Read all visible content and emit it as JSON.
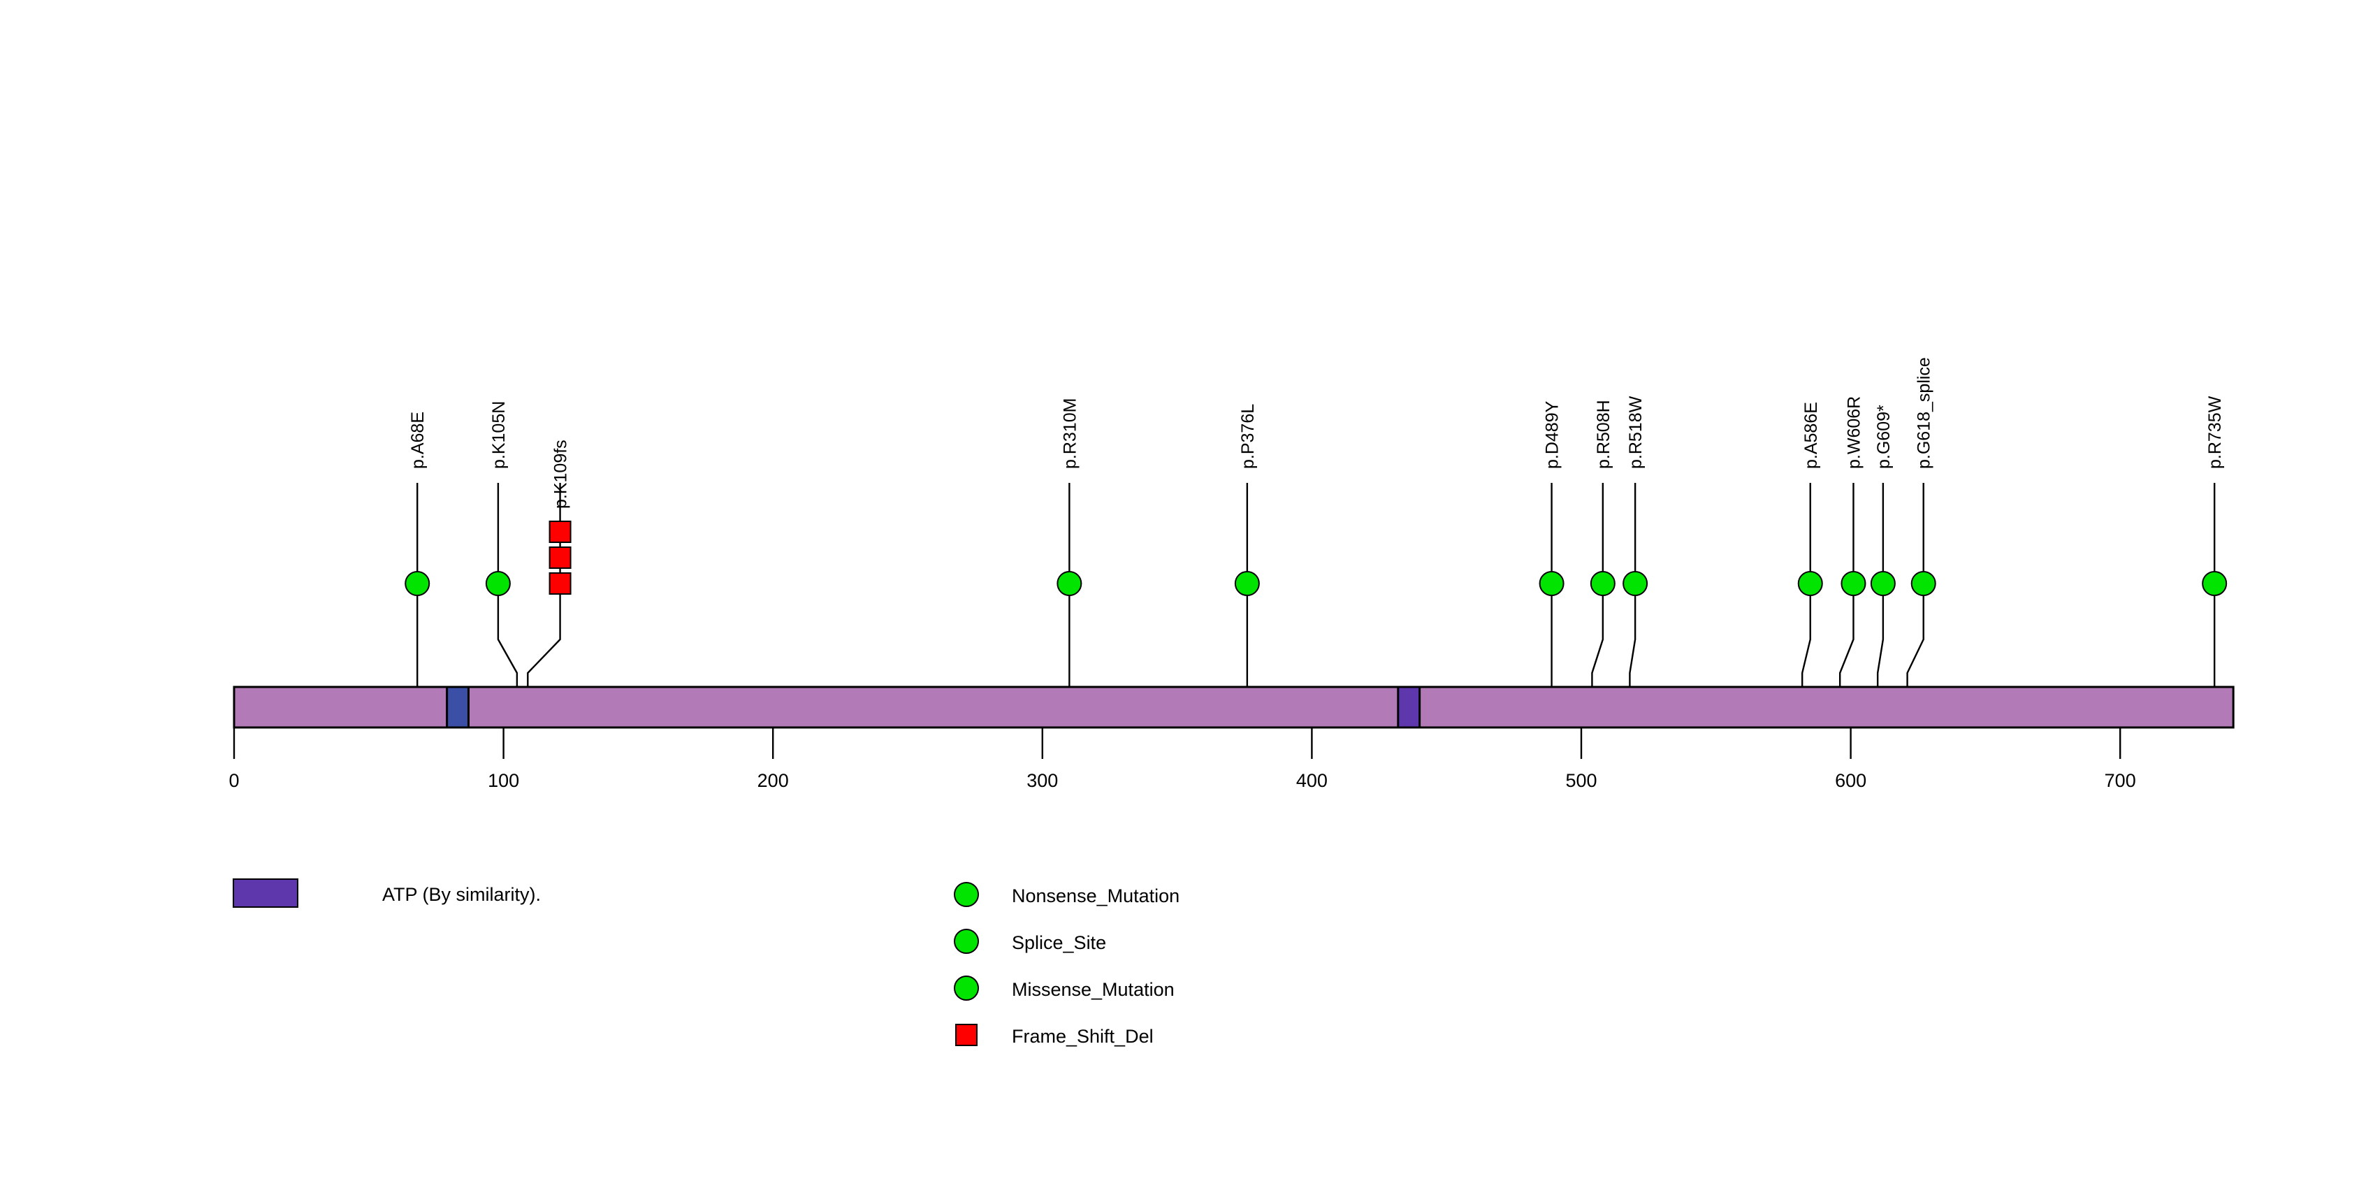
{
  "chart_data": {
    "type": "lollipop",
    "title": "",
    "xlabel": "",
    "ylabel": "",
    "xlim": [
      0,
      742
    ],
    "protein_length": 742,
    "axis_ticks": [
      {
        "value": 0,
        "label": "0"
      },
      {
        "value": 100,
        "label": "100"
      },
      {
        "value": 200,
        "label": "200"
      },
      {
        "value": 300,
        "label": "300"
      },
      {
        "value": 400,
        "label": "400"
      },
      {
        "value": 500,
        "label": "500"
      },
      {
        "value": 600,
        "label": "600"
      },
      {
        "value": 700,
        "label": "700"
      }
    ],
    "domains": [
      {
        "name": "ATP (By similarity).",
        "start": 79,
        "end": 87,
        "color": "#3A4FA5"
      },
      {
        "name": "ATP (By similarity).",
        "start": 432,
        "end": 440,
        "color": "#5E37AD"
      }
    ],
    "backbone_color": "#B27BB8",
    "mutations": [
      {
        "label": "p.A68E",
        "position": 68,
        "count": 1,
        "type": "Missense_Mutation",
        "shape": "circle",
        "color": "#00E400",
        "label_offset": 0
      },
      {
        "label": "p.K105N",
        "position": 105,
        "count": 1,
        "type": "Missense_Mutation",
        "shape": "circle",
        "color": "#00E400",
        "label_offset": -7
      },
      {
        "label": "p.K109fs",
        "position": 109,
        "count": 3,
        "type": "Frame_Shift_Del",
        "shape": "square",
        "color": "#FF0000",
        "label_offset": 12
      },
      {
        "label": "p.R310M",
        "position": 310,
        "count": 1,
        "type": "Missense_Mutation",
        "shape": "circle",
        "color": "#00E400",
        "label_offset": 0
      },
      {
        "label": "p.P376L",
        "position": 376,
        "count": 1,
        "type": "Missense_Mutation",
        "shape": "circle",
        "color": "#00E400",
        "label_offset": 0
      },
      {
        "label": "p.D489Y",
        "position": 489,
        "count": 1,
        "type": "Missense_Mutation",
        "shape": "circle",
        "color": "#00E400",
        "label_offset": 0
      },
      {
        "label": "p.R508H",
        "position": 504,
        "count": 1,
        "type": "Missense_Mutation",
        "shape": "circle",
        "color": "#00E400",
        "label_offset": 4
      },
      {
        "label": "p.R518W",
        "position": 518,
        "count": 1,
        "type": "Missense_Mutation",
        "shape": "circle",
        "color": "#00E400",
        "label_offset": 2
      },
      {
        "label": "p.A586E",
        "position": 582,
        "count": 1,
        "type": "Missense_Mutation",
        "shape": "circle",
        "color": "#00E400",
        "label_offset": 3
      },
      {
        "label": "p.W606R",
        "position": 596,
        "count": 1,
        "type": "Missense_Mutation",
        "shape": "circle",
        "color": "#00E400",
        "label_offset": 5
      },
      {
        "label": "p.G609*",
        "position": 610,
        "count": 1,
        "type": "Nonsense_Mutation",
        "shape": "circle",
        "color": "#00E400",
        "label_offset": 2
      },
      {
        "label": "p.G618_splice",
        "position": 621,
        "count": 1,
        "type": "Splice_Site",
        "shape": "circle",
        "color": "#00E400",
        "label_offset": 6
      },
      {
        "label": "p.R735W",
        "position": 735,
        "count": 1,
        "type": "Missense_Mutation",
        "shape": "circle",
        "color": "#00E400",
        "label_offset": 0
      }
    ],
    "legend_position": "below-left"
  },
  "domain_legend": {
    "items": [
      {
        "label": "ATP (By similarity).",
        "color": "#5E37AD",
        "shape": "rect"
      }
    ]
  },
  "mutation_legend": {
    "items": [
      {
        "label": "Nonsense_Mutation",
        "color": "#00E400",
        "shape": "circle"
      },
      {
        "label": "Splice_Site",
        "color": "#00E400",
        "shape": "circle"
      },
      {
        "label": "Missense_Mutation",
        "color": "#00E400",
        "shape": "circle"
      },
      {
        "label": "Frame_Shift_Del",
        "color": "#FF0000",
        "shape": "rect"
      }
    ]
  }
}
